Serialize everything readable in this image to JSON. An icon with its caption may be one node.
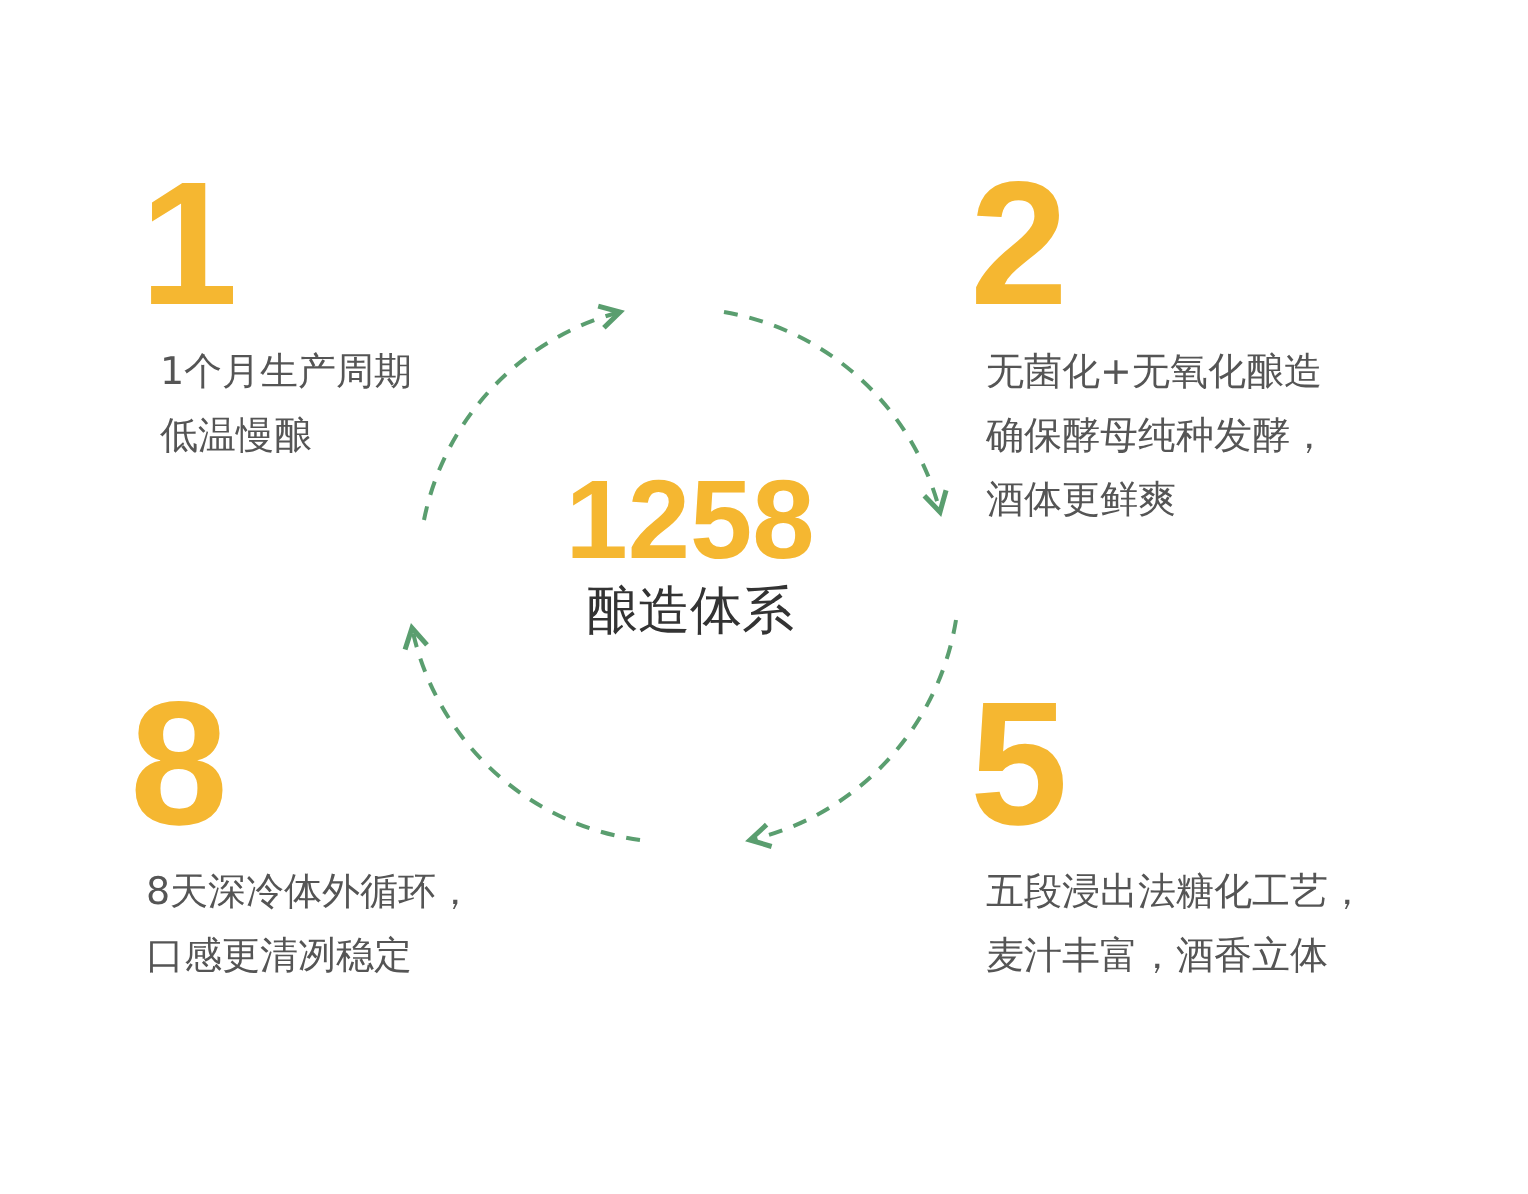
{
  "diagram": {
    "nodes": [
      {
        "text": [
          "1258",
          "酿造体系"
        ]
      },
      {
        "text": [
          "1",
          "1个月生产周期低温慢酿"
        ]
      },
      {
        "text": [
          "2",
          "无菌化+无氧化酿造确保酵母纯种发酵，酒体更鲜爽"
        ]
      },
      {
        "text": [
          "5",
          "五段浸出法糖化工艺，麦汁丰富，酒香立体"
        ]
      },
      {
        "text": [
          "8",
          "8天深冷体外循环，口感更清冽稳定"
        ]
      }
    ]
  }
}
